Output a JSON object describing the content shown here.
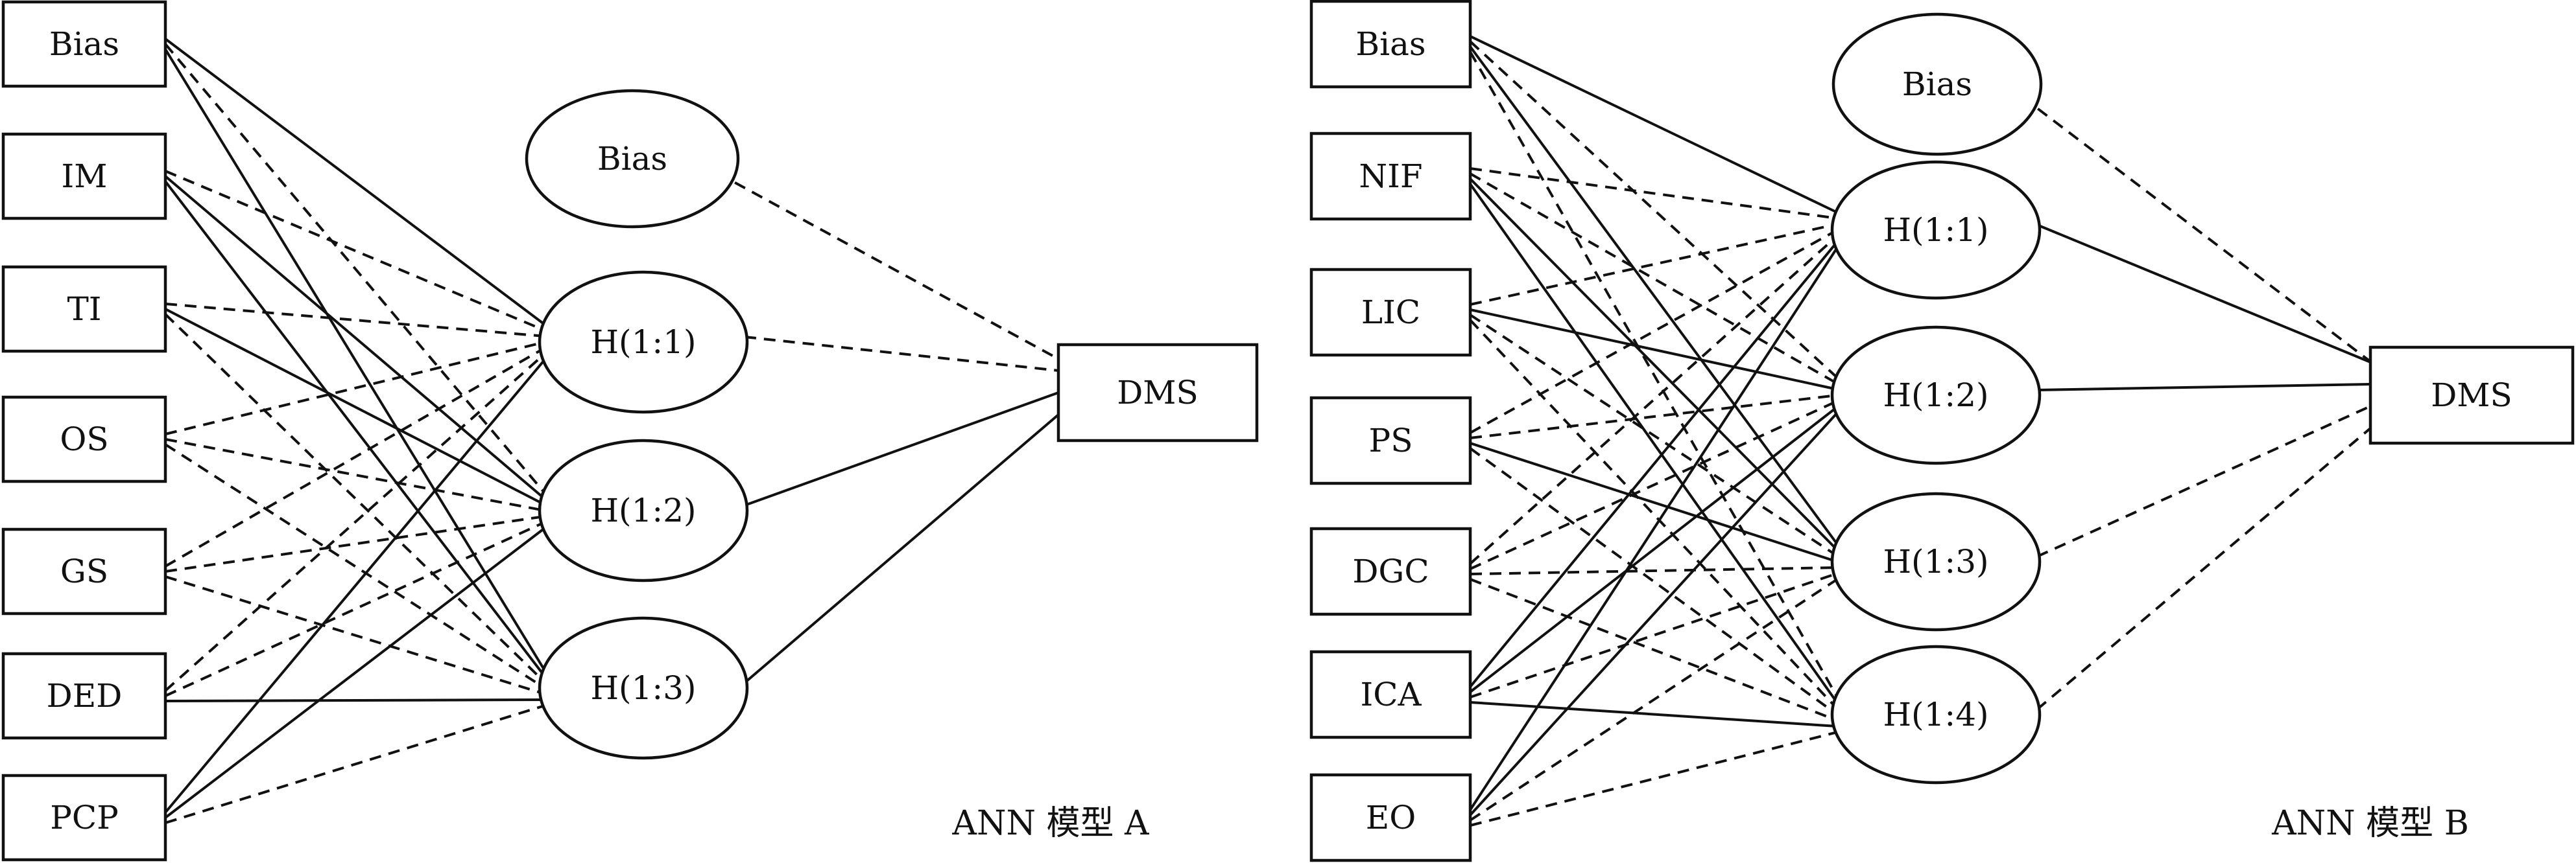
{
  "model_a": {
    "caption": "ANN 模型 A",
    "inputs": [
      "Bias",
      "IM",
      "TI",
      "OS",
      "GS",
      "DED",
      "PCP"
    ],
    "bias": "Bias",
    "hidden": [
      "H(1:1)",
      "H(1:2)",
      "H(1:3)"
    ],
    "output": "DMS",
    "input_edges": [
      [
        "solid",
        "dashed",
        "solid"
      ],
      [
        "dashed",
        "solid",
        "solid"
      ],
      [
        "dashed",
        "solid",
        "dashed"
      ],
      [
        "dashed",
        "dashed",
        "dashed"
      ],
      [
        "dashed",
        "dashed",
        "dashed"
      ],
      [
        "dashed",
        "dashed",
        "solid"
      ],
      [
        "solid",
        "solid",
        "dashed"
      ]
    ],
    "bias_edge": "dashed",
    "output_edges": [
      "dashed",
      "solid",
      "solid"
    ]
  },
  "model_b": {
    "caption": "ANN 模型 B",
    "inputs": [
      "Bias",
      "NIF",
      "LIC",
      "PS",
      "DGC",
      "ICA",
      "EO"
    ],
    "bias": "Bias",
    "hidden": [
      "H(1:1)",
      "H(1:2)",
      "H(1:3)",
      "H(1:4)"
    ],
    "output": "DMS",
    "input_edges": [
      [
        "solid",
        "dashed",
        "solid",
        "dashed"
      ],
      [
        "dashed",
        "dashed",
        "solid",
        "solid"
      ],
      [
        "dashed",
        "solid",
        "dashed",
        "dashed"
      ],
      [
        "dashed",
        "dashed",
        "solid",
        "dashed"
      ],
      [
        "dashed",
        "dashed",
        "dashed",
        "dashed"
      ],
      [
        "solid",
        "solid",
        "dashed",
        "solid"
      ],
      [
        "solid",
        "solid",
        "dashed",
        "dashed"
      ]
    ],
    "bias_edge": "dashed",
    "output_edges": [
      "solid",
      "solid",
      "dashed",
      "dashed"
    ]
  }
}
